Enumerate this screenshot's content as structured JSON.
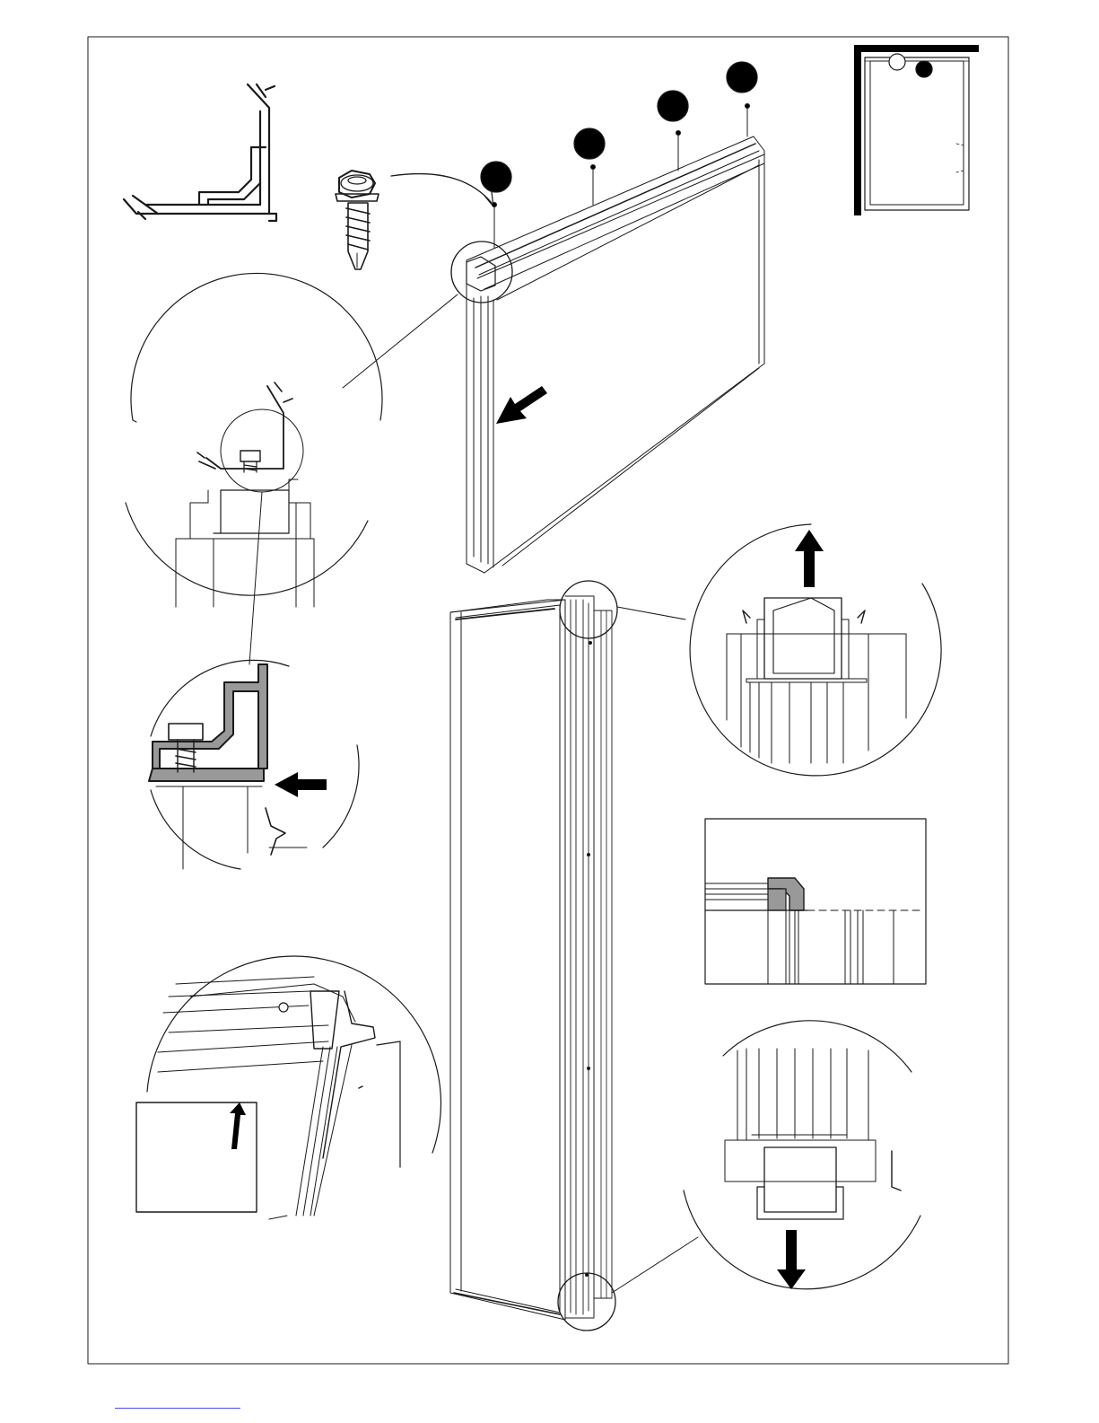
{
  "document": {
    "type": "assembly-instruction-sheet",
    "text_labels": [],
    "footer_link_color": "#4a4af0"
  },
  "callouts": {
    "step_markers": [
      "step-marker-1",
      "step-marker-2",
      "step-marker-3",
      "step-marker-4"
    ],
    "screw_count": 4,
    "arrows": [
      "arrow-slide-profile",
      "arrow-push-profile",
      "arrow-lift-up",
      "arrow-push-down",
      "arrow-inset-up"
    ]
  },
  "colors": {
    "line": "#1a1a1a",
    "fill_dark": "#000000",
    "fill_gray": "#999999",
    "paper": "#ffffff"
  },
  "icons": [
    "self-drilling-screw-icon",
    "corner-profile-icon",
    "floor-plan-icon"
  ]
}
